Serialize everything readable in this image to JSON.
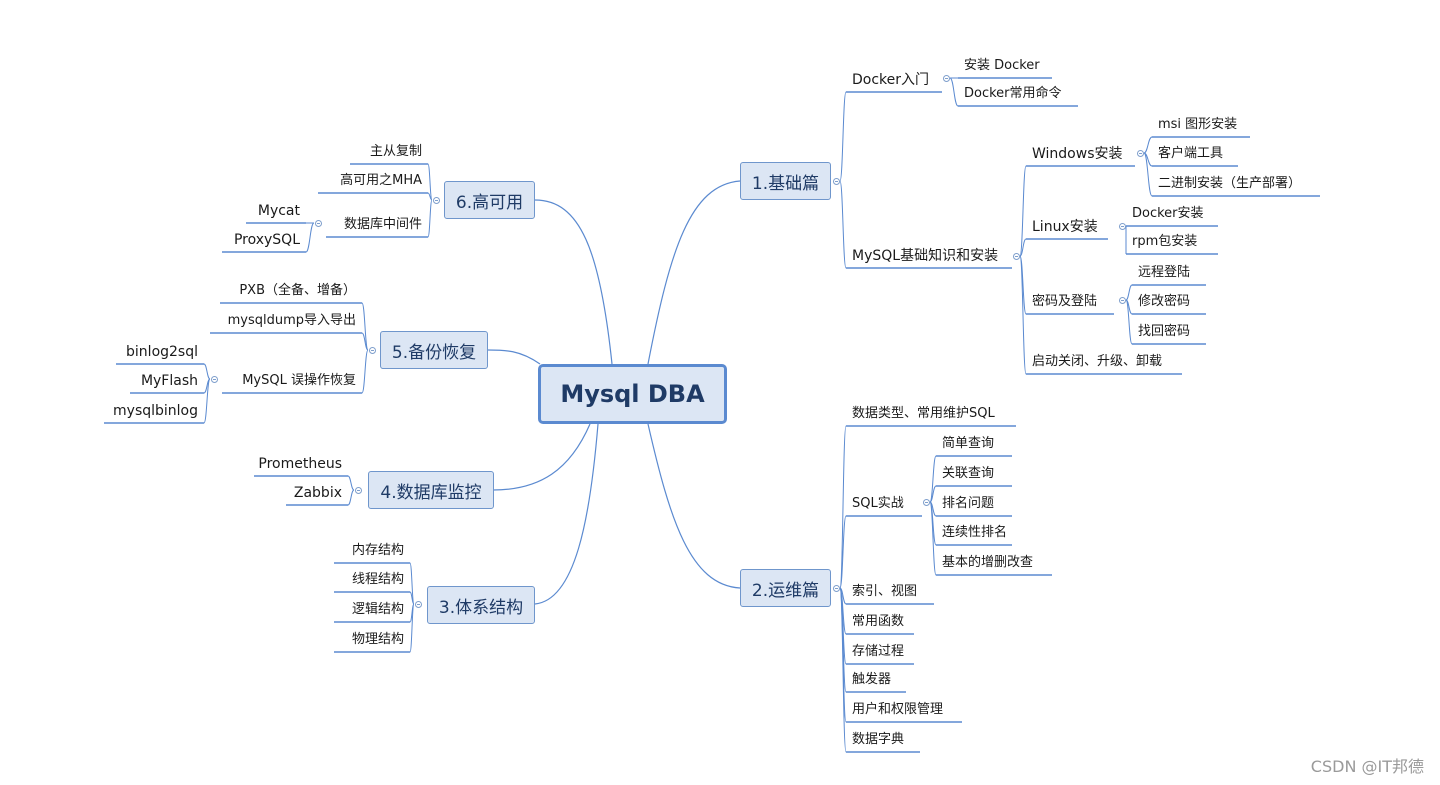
{
  "root": "Mysql DBA",
  "branches": {
    "b1": {
      "label": "1.基础篇",
      "docker": {
        "label": "Docker入门",
        "items": [
          "安装 Docker",
          "Docker常用命令"
        ]
      },
      "mysql": {
        "label": "MySQL基础知识和安装",
        "windows": {
          "label": "Windows安装",
          "items": [
            "msi 图形安装",
            "客户端工具",
            "二进制安装（生产部署）"
          ]
        },
        "linux": {
          "label": "Linux安装",
          "items": [
            "Docker安装",
            "rpm包安装"
          ]
        },
        "login": {
          "label": "密码及登陆",
          "items": [
            "远程登陆",
            "修改密码",
            "找回密码"
          ]
        },
        "start": "启动关闭、升级、卸载"
      }
    },
    "b2": {
      "label": "2.运维篇",
      "datatype": "数据类型、常用维护SQL",
      "sql": {
        "label": "SQL实战",
        "items": [
          "简单查询",
          "关联查询",
          "排名问题",
          "连续性排名",
          "基本的增删改查"
        ]
      },
      "items": [
        "索引、视图",
        "常用函数",
        "存储过程",
        "触发器",
        "用户和权限管理",
        "数据字典"
      ]
    },
    "b3": {
      "label": "3.体系结构",
      "items": [
        "内存结构",
        "线程结构",
        "逻辑结构",
        "物理结构"
      ]
    },
    "b4": {
      "label": "4.数据库监控",
      "items": [
        "Prometheus",
        "Zabbix"
      ]
    },
    "b5": {
      "label": "5.备份恢复",
      "items": [
        "PXB（全备、增备）",
        "mysqldump导入导出"
      ],
      "misop": {
        "label": "MySQL 误操作恢复",
        "items": [
          "binlog2sql",
          "MyFlash",
          "mysqlbinlog"
        ]
      }
    },
    "b6": {
      "label": "6.高可用",
      "items": [
        "主从复制",
        "高可用之MHA"
      ],
      "middleware": {
        "label": "数据库中间件",
        "items": [
          "Mycat",
          "ProxySQL"
        ]
      }
    }
  },
  "watermark": "CSDN @IT邦德",
  "colors": {
    "line": "#5b8ad0",
    "underline": "#6f96cc",
    "topic_fill": "#dce6f4",
    "topic_text": "#1f3b66"
  }
}
